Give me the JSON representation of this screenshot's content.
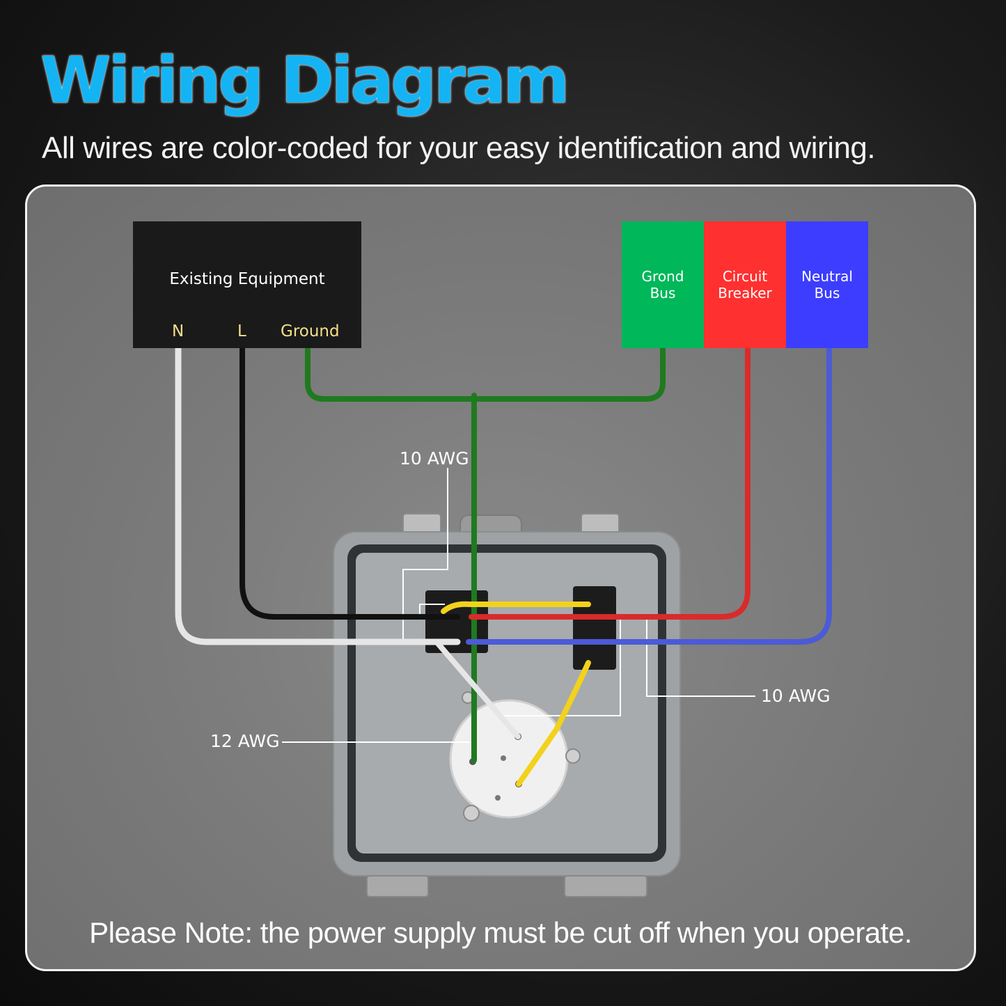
{
  "header": {
    "title": "Wiring Diagram",
    "subtitle": "All wires are color-coded for your easy identification and wiring."
  },
  "equipment": {
    "label": "Existing Equipment",
    "terminals": {
      "n": "N",
      "l": "L",
      "ground": "Ground"
    }
  },
  "buses": [
    {
      "label": "Grond\nBus",
      "color": "#00b75a"
    },
    {
      "label": "Circuit\nBreaker",
      "color": "#ff3030"
    },
    {
      "label": "Neutral\nBus",
      "color": "#3d3dff"
    }
  ],
  "wire_colors": {
    "neutral": "#e6e6e6",
    "line": "#111111",
    "ground": "#1f7a1f",
    "hot_red": "#d92b2b",
    "neutral_blue": "#4b5bd6",
    "internal_yellow": "#f2d21b"
  },
  "gauges": {
    "top": "10 AWG",
    "right": "10 AWG",
    "left": "12 AWG"
  },
  "note": "Please Note: the power supply must be cut off when you operate."
}
